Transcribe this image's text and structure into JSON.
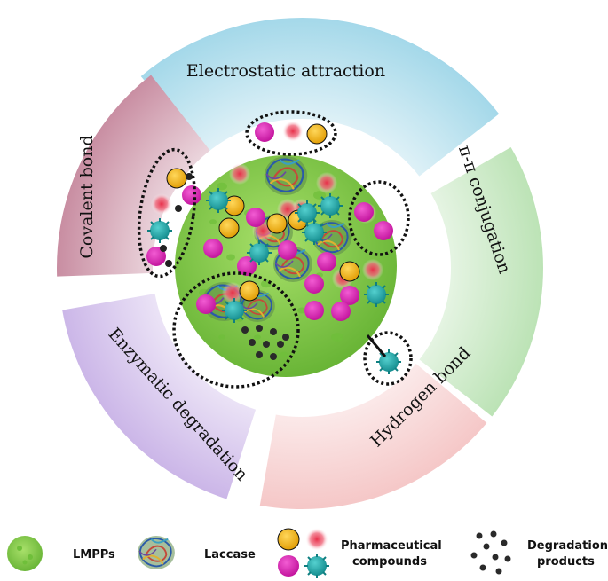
{
  "segments": {
    "electrostatic": "Electrostatic attraction",
    "pi": "π-π conjugation",
    "hydrogen": "Hydrogen bond",
    "enzymatic": "Enzymatic degradation",
    "covalent": "Covalent bond"
  },
  "legend": {
    "lmpps": "LMPPs",
    "laccase": "Laccase",
    "pharma_line1": "Pharmaceutical",
    "pharma_line2": "compounds",
    "degr_line1": "Degradation",
    "degr_line2": "products"
  },
  "colors": {
    "electrostatic": "#a9d9e8",
    "pi": "#bfe3b8",
    "hydrogen": "#f6c9c9",
    "enzymatic": "#cdb8e8",
    "covalent": "#c98ea0",
    "particle": "#8fd14f",
    "yellow": "#f0b21a",
    "magenta": "#d61fb0",
    "red": "#e8304a",
    "teal": "#1aa6a6"
  }
}
